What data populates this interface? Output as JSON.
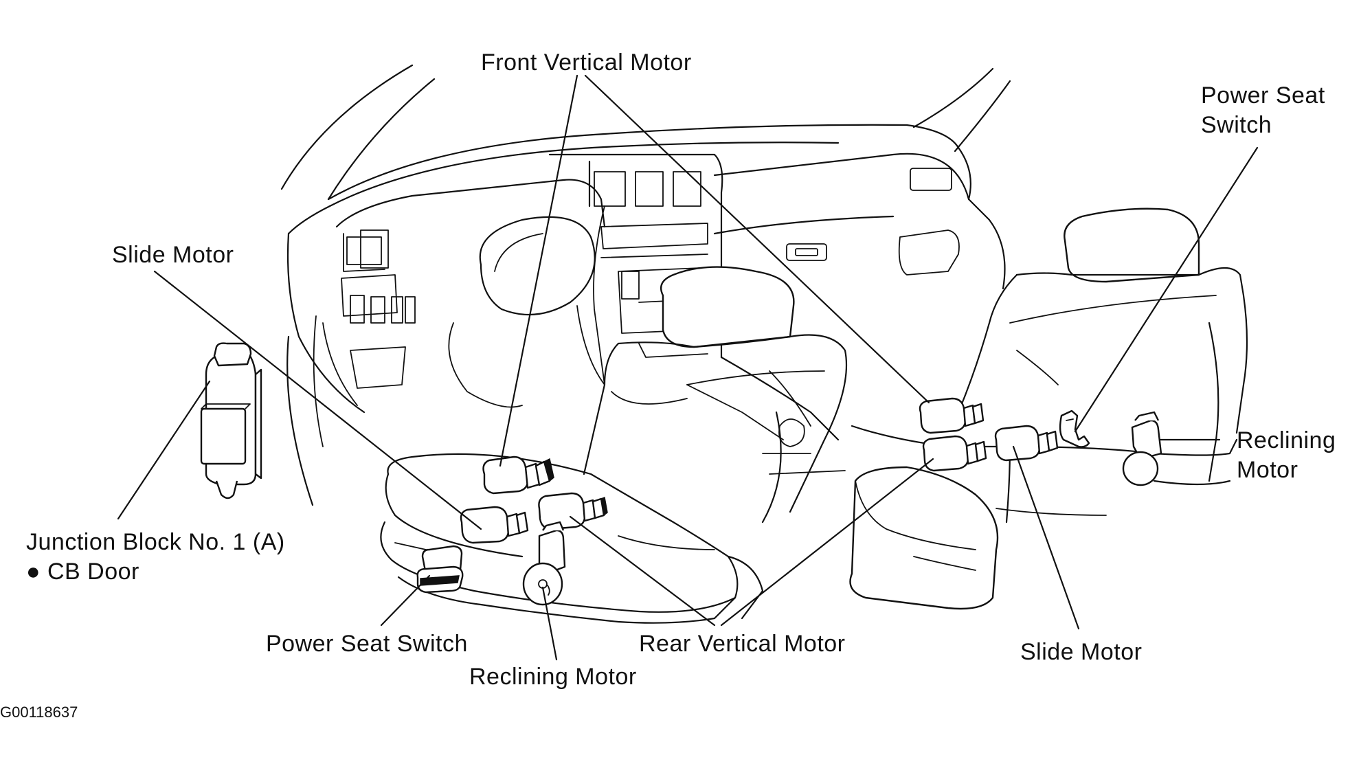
{
  "labels": {
    "front_vertical_motor": "Front Vertical Motor",
    "power_seat_switch_right_line1": "Power Seat",
    "power_seat_switch_right_line2": "Switch",
    "slide_motor_left": "Slide Motor",
    "reclining_motor_right_line1": "Reclining",
    "reclining_motor_right_line2": "Motor",
    "junction_block_line1": "Junction Block No. 1 (A)",
    "junction_block_line2": "● CB Door",
    "power_seat_switch_left": "Power Seat Switch",
    "rear_vertical_motor": "Rear Vertical Motor",
    "reclining_motor_left": "Reclining Motor",
    "slide_motor_right": "Slide Motor"
  },
  "figure_code": "G00118637",
  "colors": {
    "ink": "#111111",
    "paper": "#ffffff"
  }
}
